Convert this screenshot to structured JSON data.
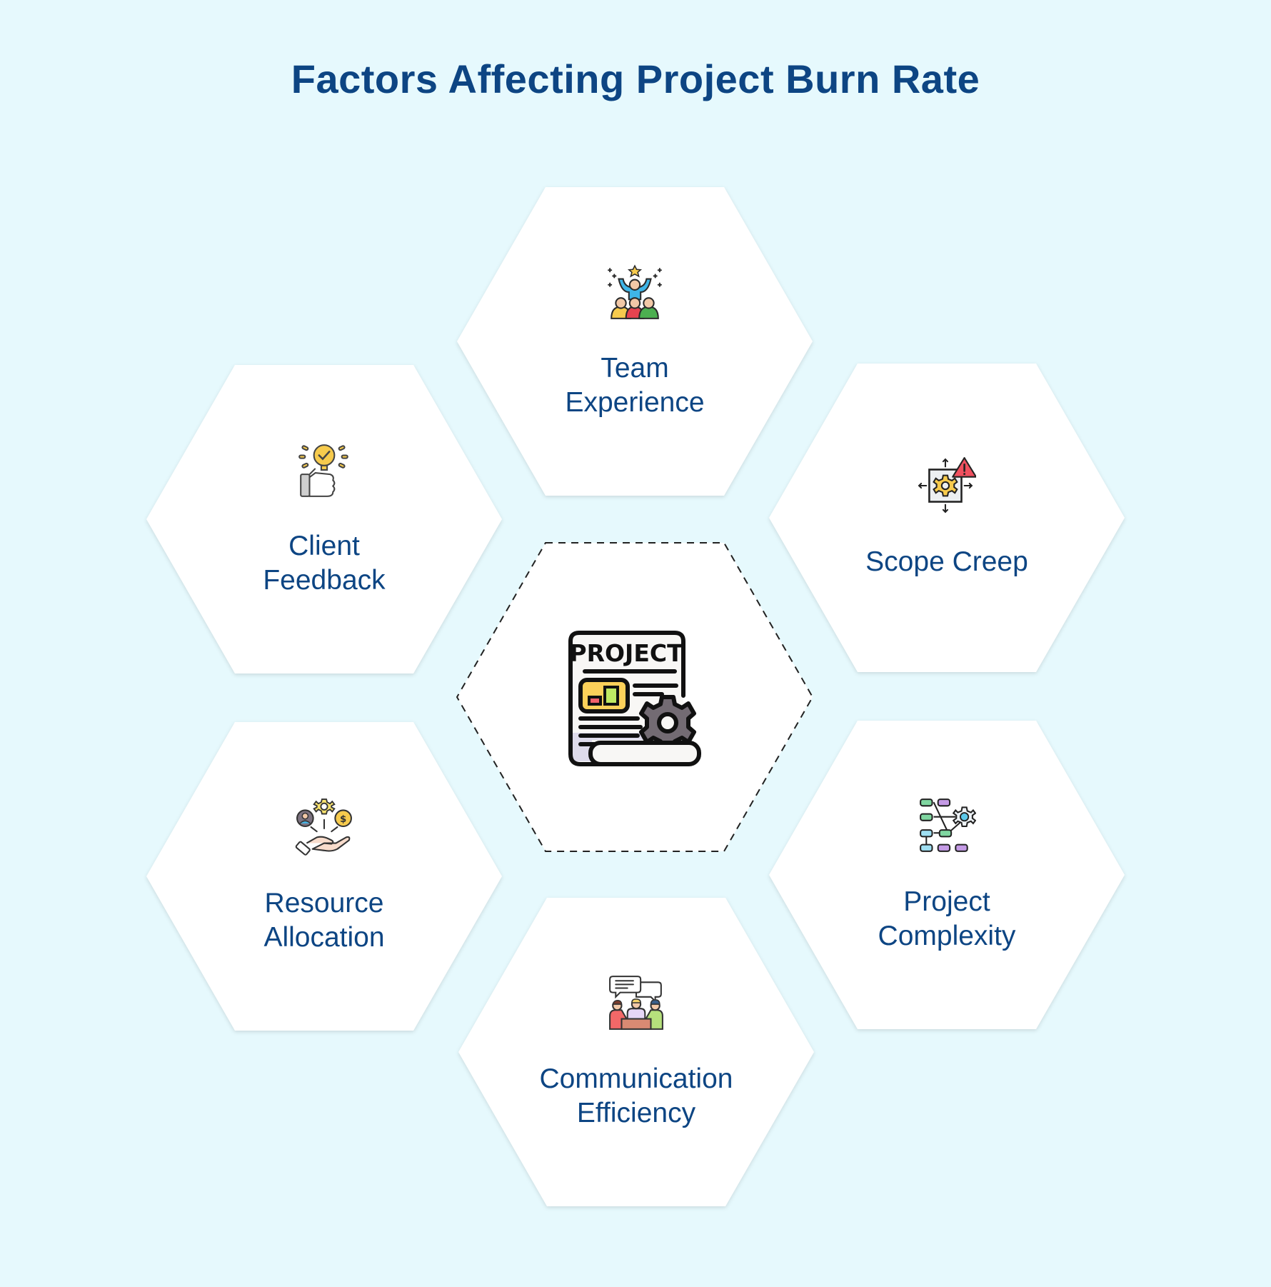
{
  "title": "Factors Affecting Project Burn Rate",
  "colors": {
    "background": "#e6f9fd",
    "title": "#0d4583",
    "label": "#0d4583",
    "hex_fill": "#ffffff",
    "dashed_border": "#222222"
  },
  "center": {
    "icon": "project-document-gear-icon",
    "icon_text": "PROJECT"
  },
  "factors": [
    {
      "id": "team-experience",
      "label": "Team\nExperience",
      "icon": "team-celebration-icon",
      "position": "top"
    },
    {
      "id": "client-feedback",
      "label": "Client\nFeedback",
      "icon": "lightbulb-check-hand-icon",
      "position": "upper-left"
    },
    {
      "id": "scope-creep",
      "label": "Scope Creep",
      "icon": "gear-warning-expand-icon",
      "position": "upper-right"
    },
    {
      "id": "resource-allocation",
      "label": "Resource\nAllocation",
      "icon": "hand-resources-icon",
      "position": "lower-left"
    },
    {
      "id": "project-complexity",
      "label": "Project\nComplexity",
      "icon": "network-gear-icon",
      "position": "lower-right"
    },
    {
      "id": "communication-efficiency",
      "label": "Communication\nEfficiency",
      "icon": "team-meeting-chat-icon",
      "position": "bottom"
    }
  ]
}
